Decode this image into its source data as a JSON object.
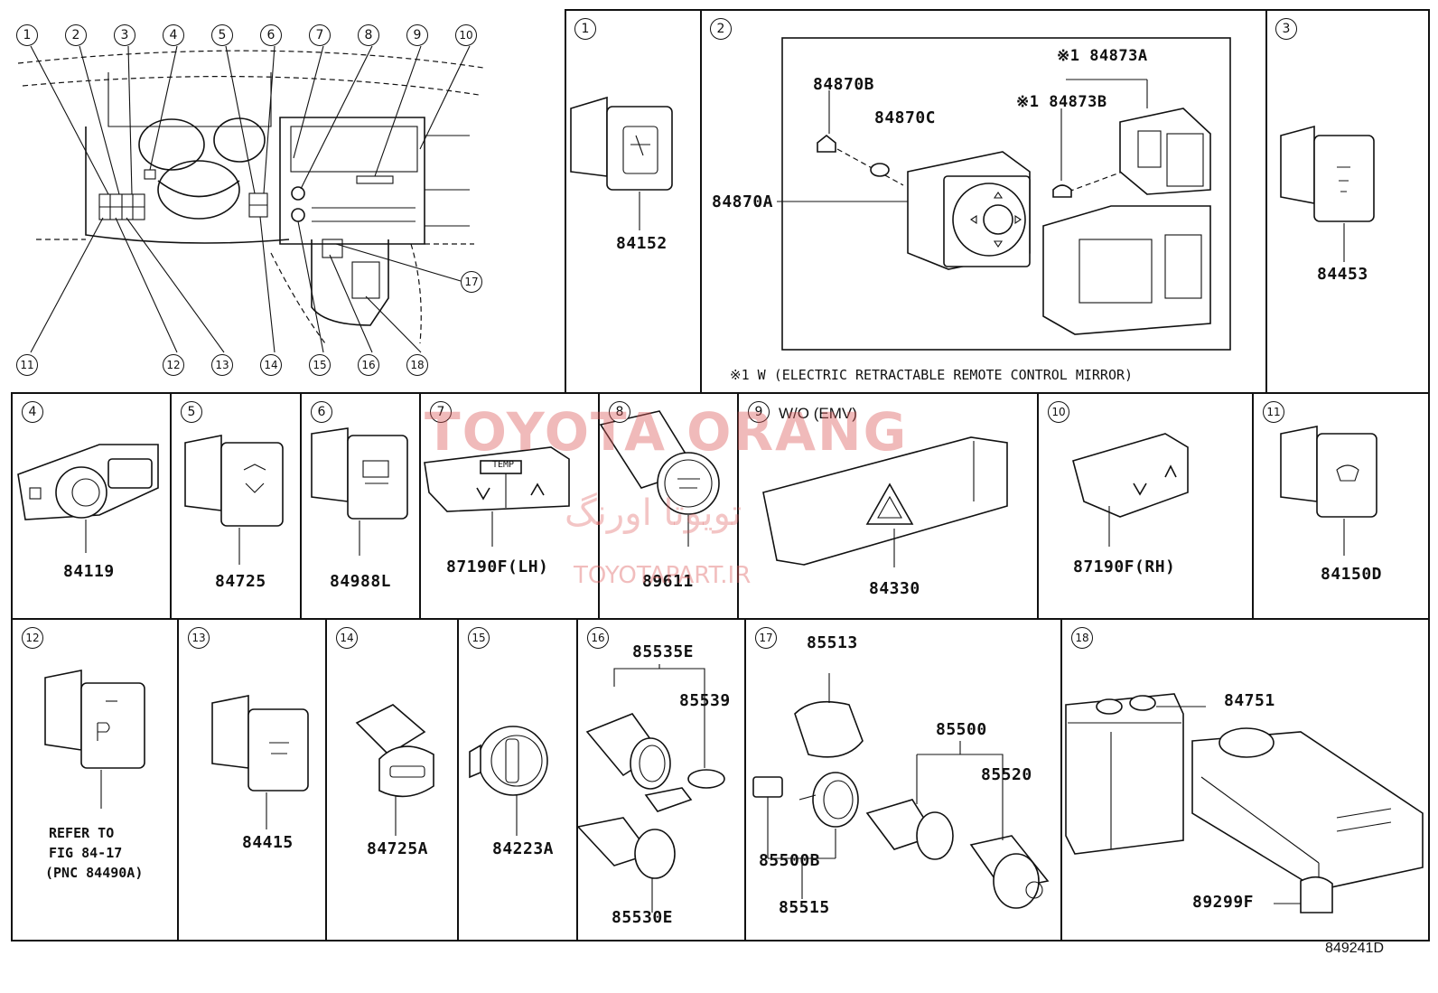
{
  "callouts": [
    "1",
    "2",
    "3",
    "4",
    "5",
    "6",
    "7",
    "8",
    "9",
    "10",
    "11",
    "12",
    "13",
    "14",
    "15",
    "16",
    "17",
    "18"
  ],
  "panels": {
    "p1": {
      "num": "1",
      "part": "84152"
    },
    "p2": {
      "num": "2",
      "main": "84870A",
      "screw": "84870B",
      "cap": "84870C",
      "a": "※1 84873A",
      "b": "※1 84873B",
      "note": "※1 W (ELECTRIC RETRACTABLE REMOTE CONTROL MIRROR)"
    },
    "p3": {
      "num": "3",
      "part": "84453"
    },
    "p4": {
      "num": "4",
      "part": "84119"
    },
    "p5": {
      "num": "5",
      "part": "84725"
    },
    "p6": {
      "num": "6",
      "part": "84988L"
    },
    "p7": {
      "num": "7",
      "part": "87190F(LH)",
      "btn": "TEMP"
    },
    "p8": {
      "num": "8",
      "part": "89611"
    },
    "p9": {
      "num": "9",
      "part": "84330",
      "cond": "W/O (EMV)"
    },
    "p10": {
      "num": "10",
      "part": "87190F(RH)"
    },
    "p11": {
      "num": "11",
      "part": "84150D"
    },
    "p12": {
      "num": "12",
      "ref1": "REFER TO",
      "ref2": "FIG 84-17",
      "ref3": "(PNC 84490A)"
    },
    "p13": {
      "num": "13",
      "part": "84415"
    },
    "p14": {
      "num": "14",
      "part": "84725A"
    },
    "p15": {
      "num": "15",
      "part": "84223A"
    },
    "p16": {
      "num": "16",
      "a": "85535E",
      "b": "85539",
      "c": "85530E"
    },
    "p17": {
      "num": "17",
      "a": "85513",
      "b": "85500",
      "c": "85520",
      "d": "85500B",
      "e": "85515"
    },
    "p18": {
      "num": "18",
      "a": "84751",
      "b": "89299F"
    }
  },
  "watermark": {
    "line1": "TOYOTA ORANG",
    "line2": "تویوتا اورنگ",
    "line3": "TOYOTAPART.IR"
  },
  "figure_code": "849241D"
}
